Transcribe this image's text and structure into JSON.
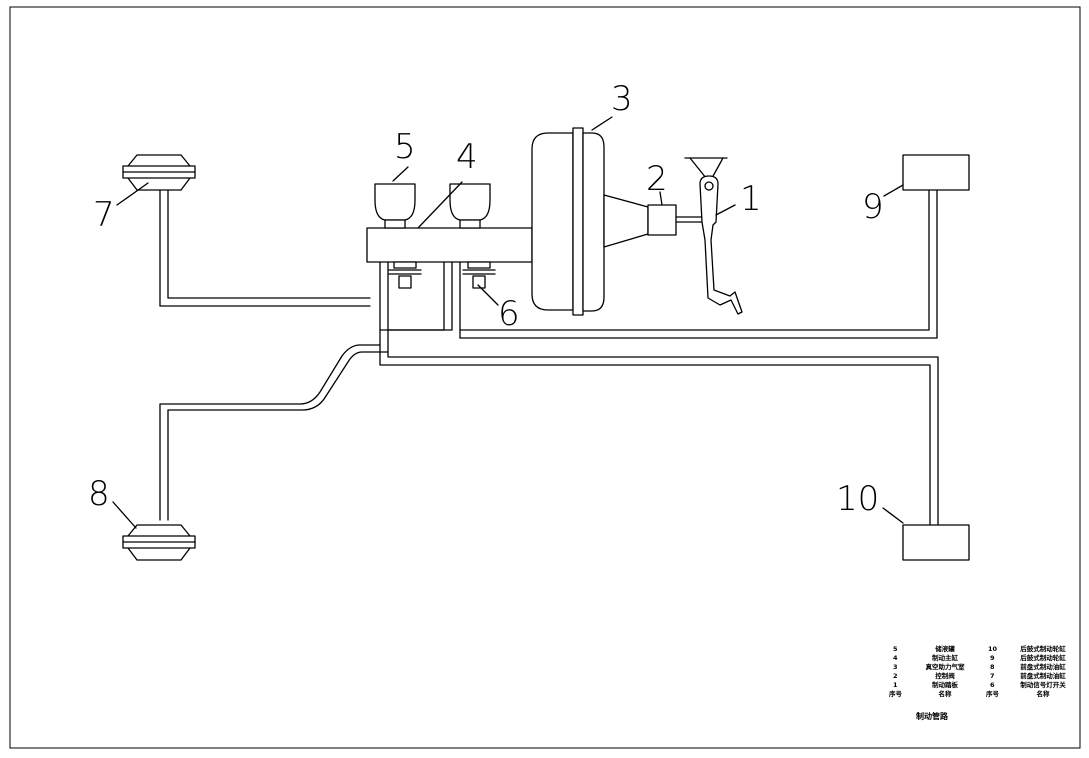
{
  "callouts": [
    "1",
    "2",
    "3",
    "4",
    "5",
    "6",
    "7",
    "8",
    "9",
    "10"
  ],
  "title_block": {
    "rows": [
      {
        "no": "5",
        "name": "储液罐",
        "no2": "10",
        "name2": "后鼓式制动轮缸"
      },
      {
        "no": "4",
        "name": "制动主缸",
        "no2": "9",
        "name2": "后鼓式制动轮缸"
      },
      {
        "no": "3",
        "name": "真空助力气室",
        "no2": "8",
        "name2": "前盘式制动油缸"
      },
      {
        "no": "2",
        "name": "控制阀",
        "no2": "7",
        "name2": "前盘式制动油缸"
      },
      {
        "no": "1",
        "name": "制动踏板",
        "no2": "6",
        "name2": "制动信号灯开关"
      }
    ],
    "header": {
      "no": "序号",
      "name": "名称",
      "no2": "序号",
      "name2": "名称"
    },
    "title": "制动管路"
  }
}
